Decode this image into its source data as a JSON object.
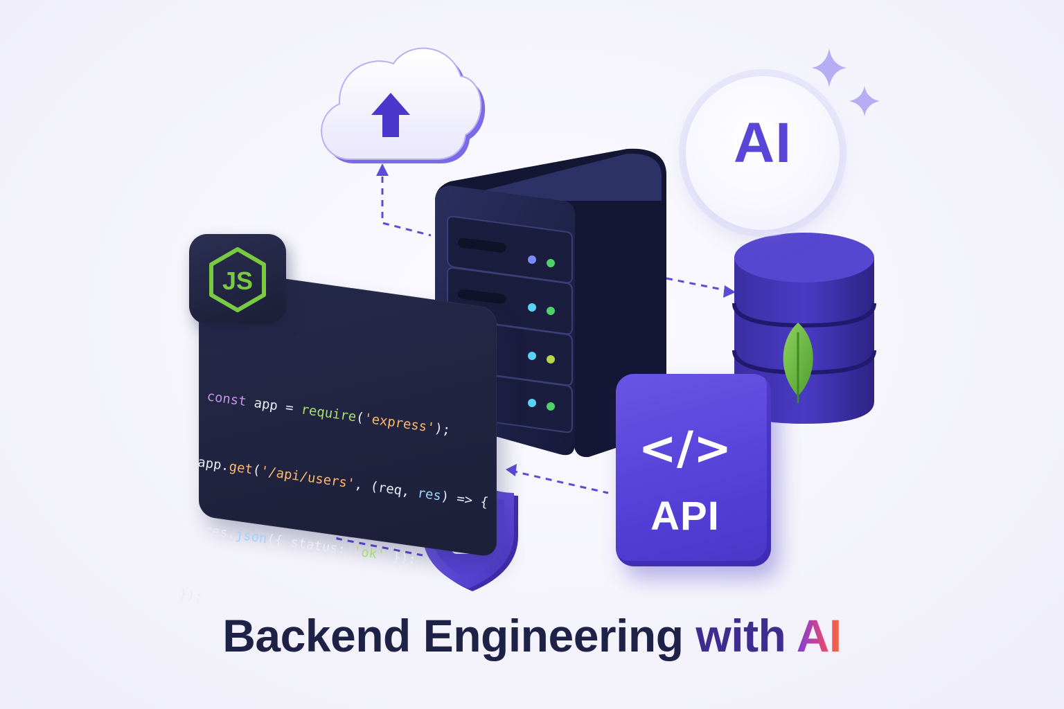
{
  "title": {
    "part1": "Backend Engineering",
    "part2": "with",
    "part3": "AI"
  },
  "ai_badge": {
    "label": "AI"
  },
  "api_tile": {
    "label": "API",
    "symbol": "</>"
  },
  "node_badge": {
    "label": "JS"
  },
  "code": {
    "line1": {
      "kw": "const",
      "pl1": " app = ",
      "fn": "require",
      "pl2": "(",
      "str": "'express'",
      "pl3": ");"
    },
    "line2": {
      "id": "app",
      "pl1": ".",
      "fn": "get",
      "pl2": "(",
      "str": "'/api/users'",
      "pl3": ", (",
      "id2": "req",
      "pl4": ", ",
      "id3": "res",
      "pl5": ") => {"
    },
    "line3": {
      "pl0": "  ",
      "id": "res",
      "pl1": ".",
      "fn": "json",
      "pl2": "({ ",
      "id2": "status",
      "pl3": ": ",
      "str": "'ok'",
      "pl4": " });"
    },
    "line4": {
      "pl": "});"
    }
  },
  "icons": [
    "cloud-upload-icon",
    "server-icon",
    "database-icon",
    "leaf-icon",
    "shield-lock-icon",
    "sparkle-icon",
    "nodejs-icon",
    "code-icon"
  ],
  "colors": {
    "accent": "#5a45d9",
    "navy": "#1e2246",
    "code_bg": "#1c1f38",
    "green": "#7ac943"
  }
}
